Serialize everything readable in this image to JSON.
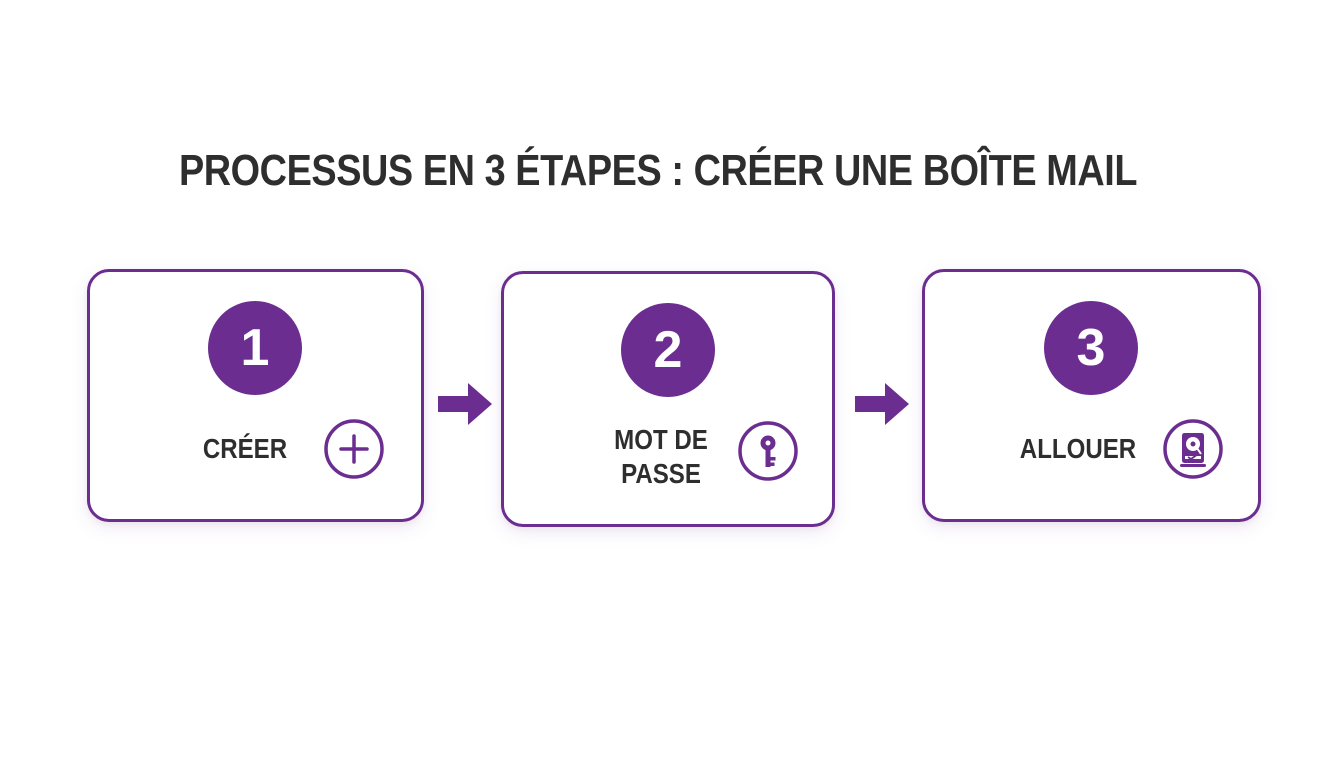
{
  "title": "PROCESSUS EN 3 ÉTAPES : CRÉER UNE BOÎTE MAIL",
  "steps": [
    {
      "number": "1",
      "label": "CRÉER",
      "icon": "plus-icon"
    },
    {
      "number": "2",
      "label": "MOT DE PASSE",
      "icon": "key-icon"
    },
    {
      "number": "3",
      "label": "ALLOUER",
      "icon": "hard-drive-icon"
    }
  ],
  "colors": {
    "accent": "#6c2d91",
    "text": "#2e2e2e",
    "background": "#ffffff"
  }
}
